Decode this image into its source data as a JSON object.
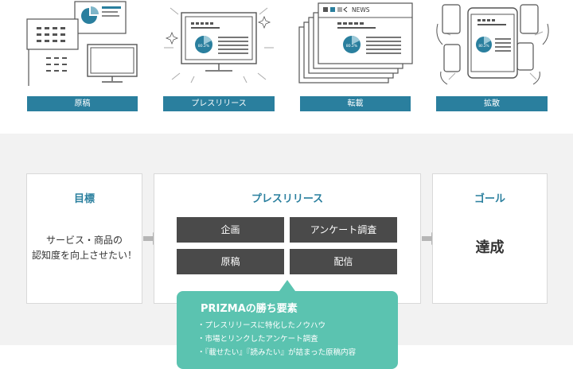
{
  "stages": [
    {
      "label": "原稿",
      "icon": "document-and-monitor-icon"
    },
    {
      "label": "プレスリリース",
      "icon": "monitor-icon"
    },
    {
      "label": "転載",
      "icon": "stacked-news-windows-icon"
    },
    {
      "label": "拡散",
      "icon": "smartphones-icon"
    }
  ],
  "illus": {
    "pie_label": "80.2%",
    "news_label": "NEWS"
  },
  "target": {
    "title": "目標",
    "lines": [
      "サービス・商品の",
      "認知度を向上させたい！"
    ]
  },
  "press": {
    "title": "プレスリリース",
    "tiles": [
      "企画",
      "アンケート調査",
      "原稿",
      "配信"
    ]
  },
  "goal": {
    "title": "ゴール",
    "text": "達成"
  },
  "bubble": {
    "title": "PRIZMAの勝ち要素",
    "items": [
      "プレスリリースに特化したノウハウ",
      "市場とリンクしたアンケート調査",
      "『載せたい』『読みたい』が詰まった原稿内容"
    ]
  },
  "colors": {
    "accent": "#2a7f9e",
    "tile": "#4a4a4a",
    "bubble": "#5bc3b0",
    "panel_bg": "#f2f2f2"
  }
}
